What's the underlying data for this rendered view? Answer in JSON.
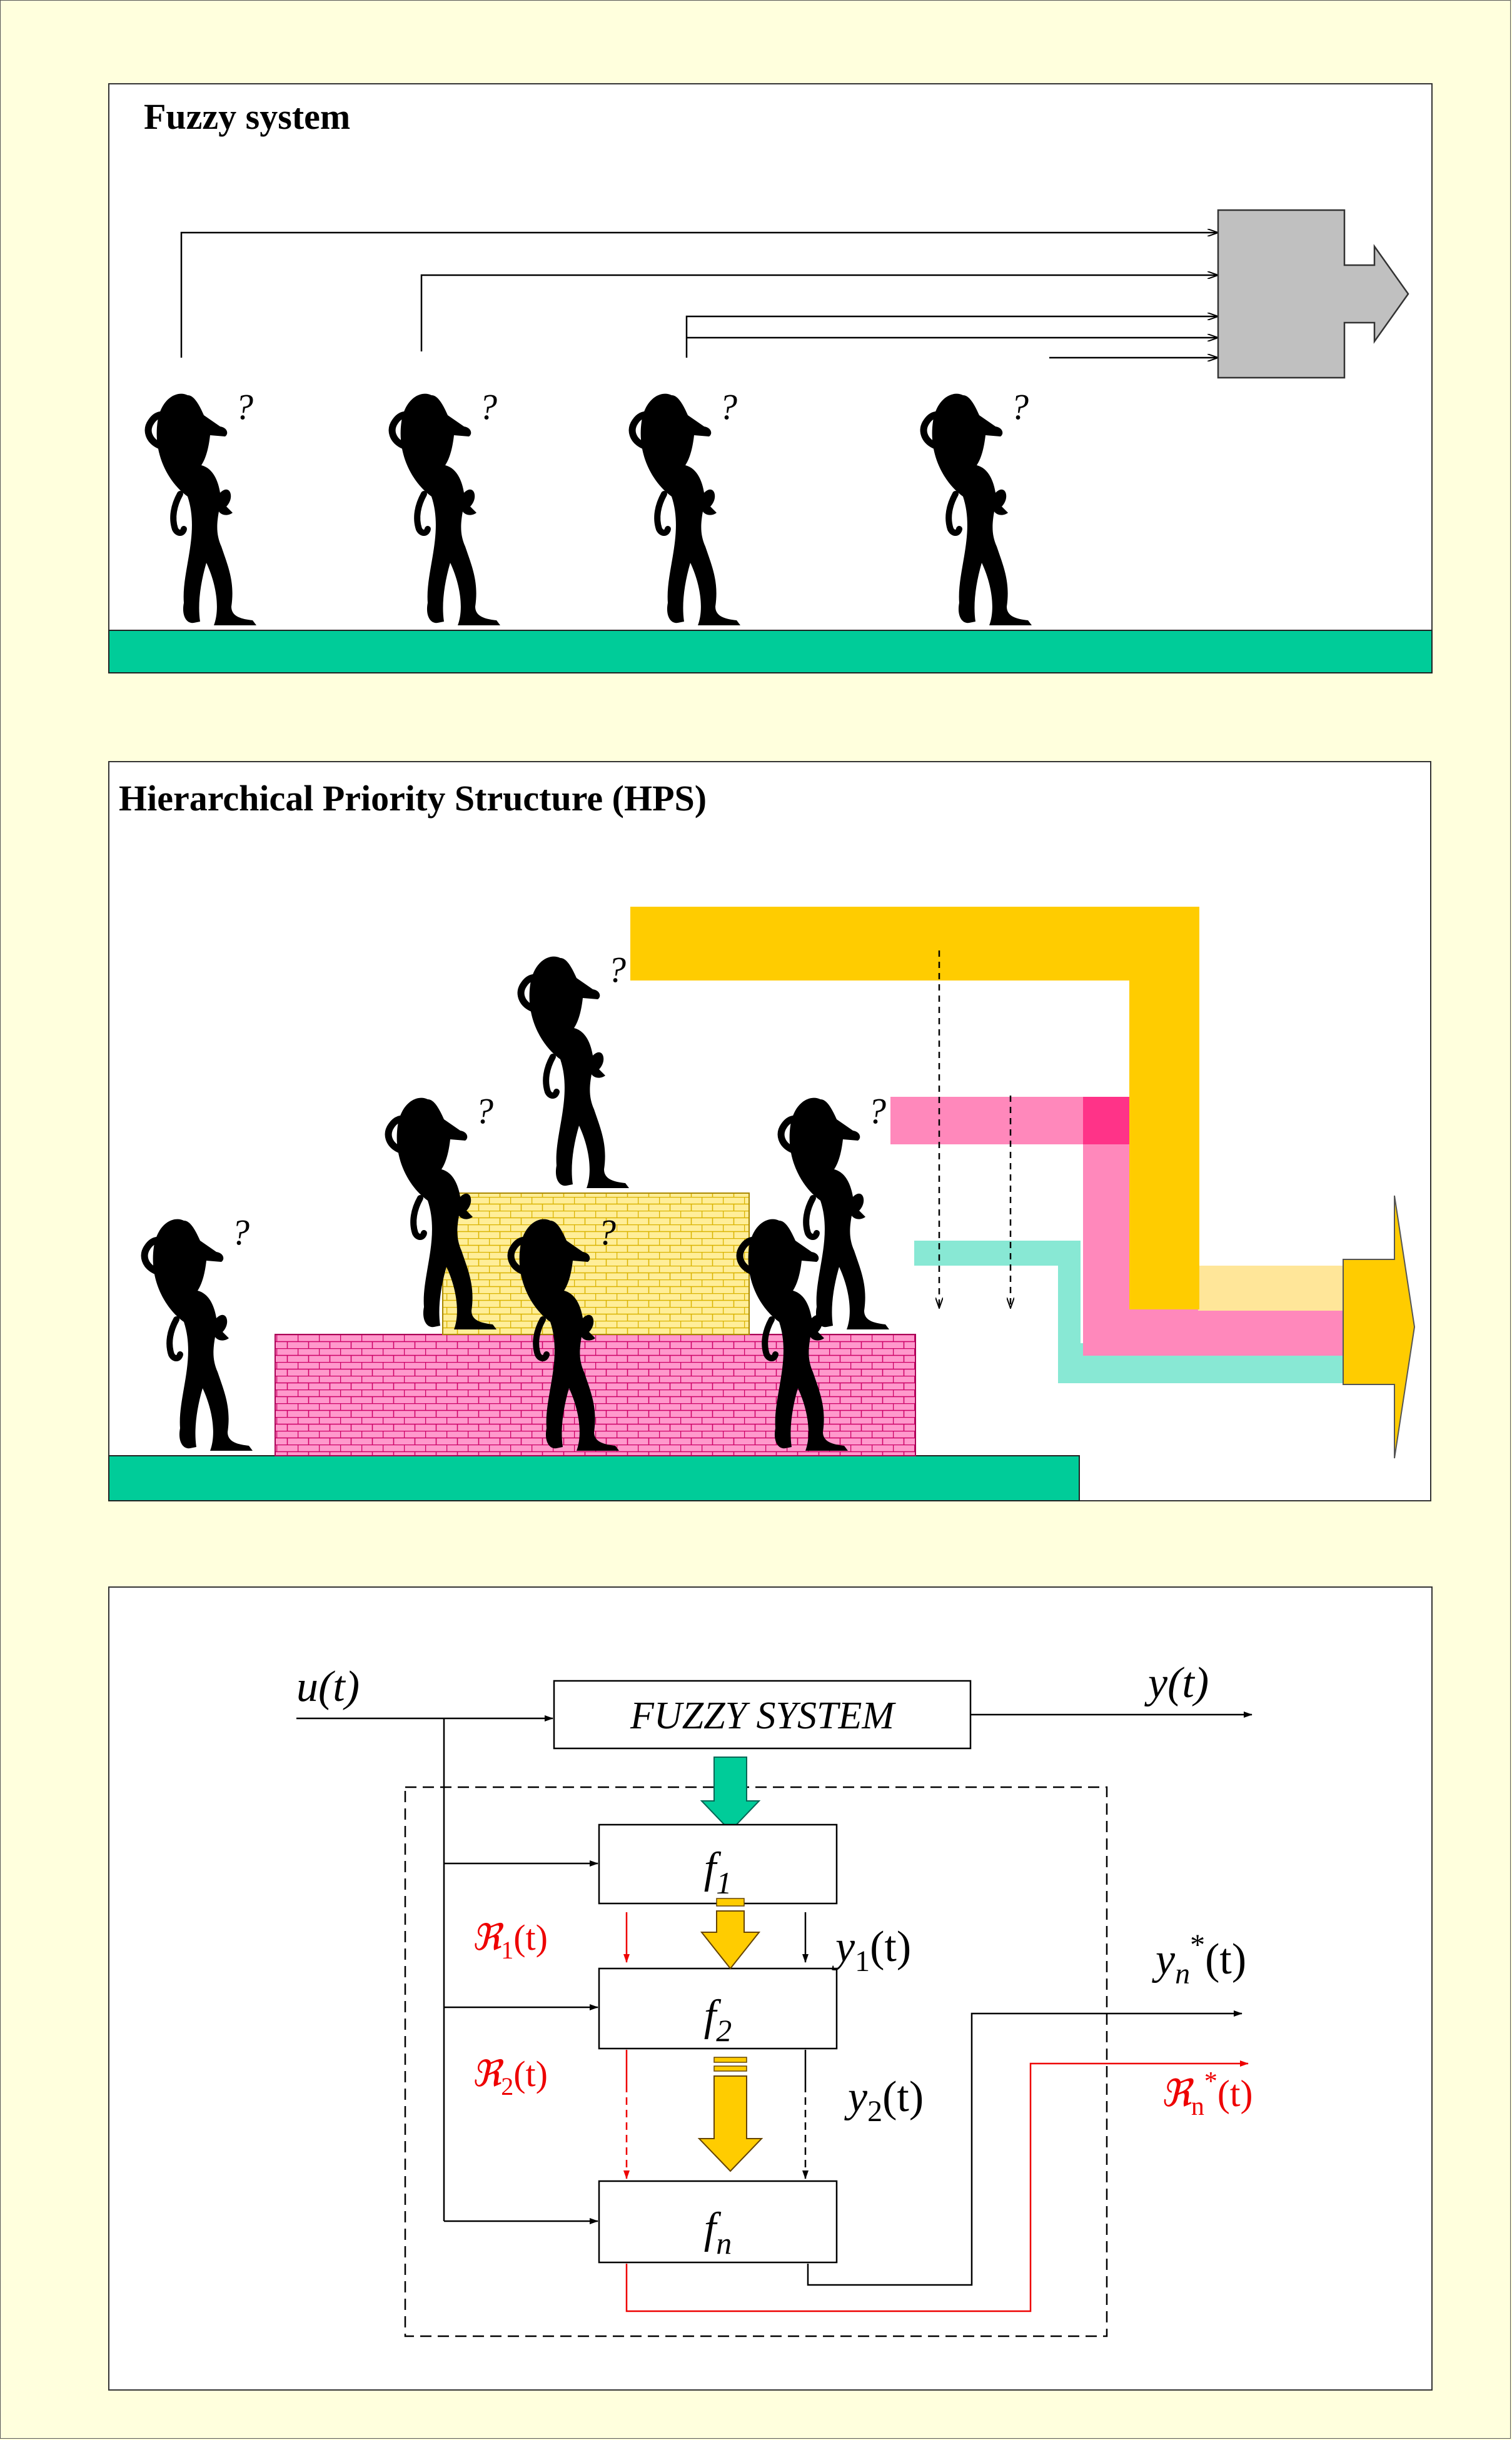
{
  "panels": {
    "fuzzy_title": "Fuzzy system",
    "hps_title": "Hierarchical Priority Structure (HPS)"
  },
  "question_mark": "?",
  "diagram": {
    "input": "u(t)",
    "output": "y(t)",
    "fuzzy_block": "FUZZY SYSTEM",
    "blocks": [
      {
        "f": "f",
        "sub": "1"
      },
      {
        "f": "f",
        "sub": "2"
      },
      {
        "f": "f",
        "sub": "n"
      }
    ],
    "outputs": [
      {
        "y": "y",
        "sub": "1",
        "arg": "(t)"
      },
      {
        "y": "y",
        "sub": "2",
        "arg": "(t)"
      }
    ],
    "r_signals": [
      {
        "r": "ℜ",
        "sub": "1",
        "arg": "(t)"
      },
      {
        "r": "ℜ",
        "sub": "2",
        "arg": "(t)"
      }
    ],
    "yn_star": {
      "y": "y",
      "sub": "n",
      "sup": "*",
      "arg": "(t)"
    },
    "rn_star": {
      "r": "ℜ",
      "sub": "n",
      "sup": "*",
      "arg": "(t)"
    }
  },
  "colors": {
    "background": "#ffffdd",
    "ground": "#00cc99",
    "gray_box": "#c0c0c0",
    "yellow": "#ffcc00",
    "pink": "#ff88bb",
    "teal": "#88e8d4",
    "red_signal": "#ee0000"
  }
}
